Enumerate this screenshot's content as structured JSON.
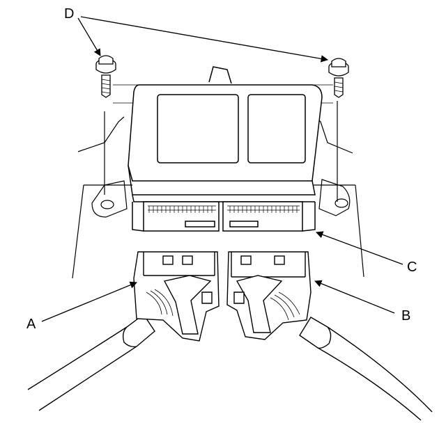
{
  "diagram": {
    "callouts": {
      "a": "A",
      "b": "B",
      "c": "C",
      "d": "D"
    },
    "colors": {
      "ink": "#000000",
      "paper": "#ffffff"
    },
    "parts": {
      "screws": "screw-icon",
      "control_unit": "control-unit",
      "connector_a": "connector",
      "connector_b": "connector"
    }
  }
}
